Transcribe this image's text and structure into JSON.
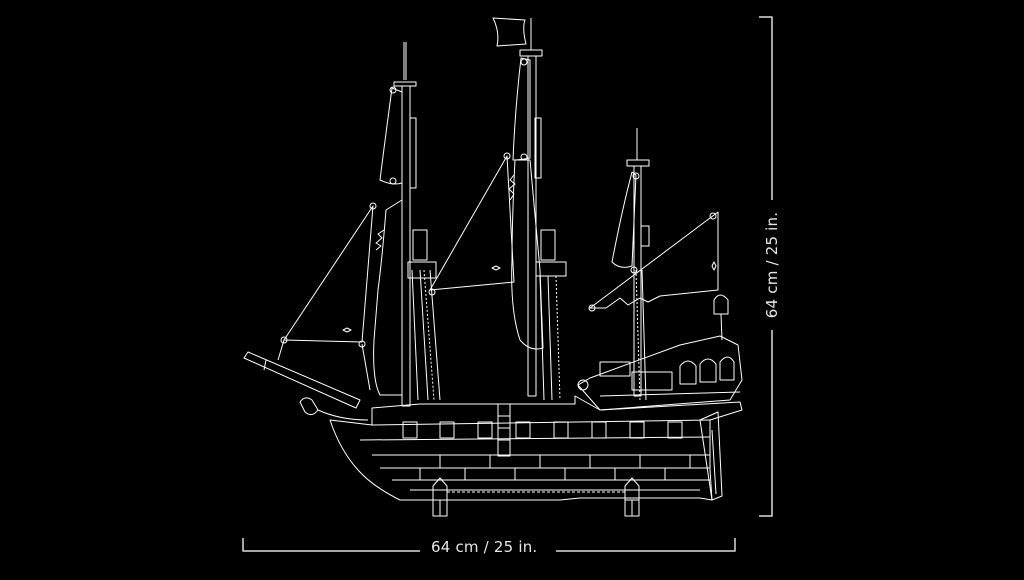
{
  "diagram": {
    "subject": "ship-model-line-drawing",
    "background_color": "#000000",
    "line_color": "#ffffff",
    "dimensions": {
      "width_label": "64 cm / 25 in.",
      "height_label": "64 cm / 25 in."
    }
  }
}
